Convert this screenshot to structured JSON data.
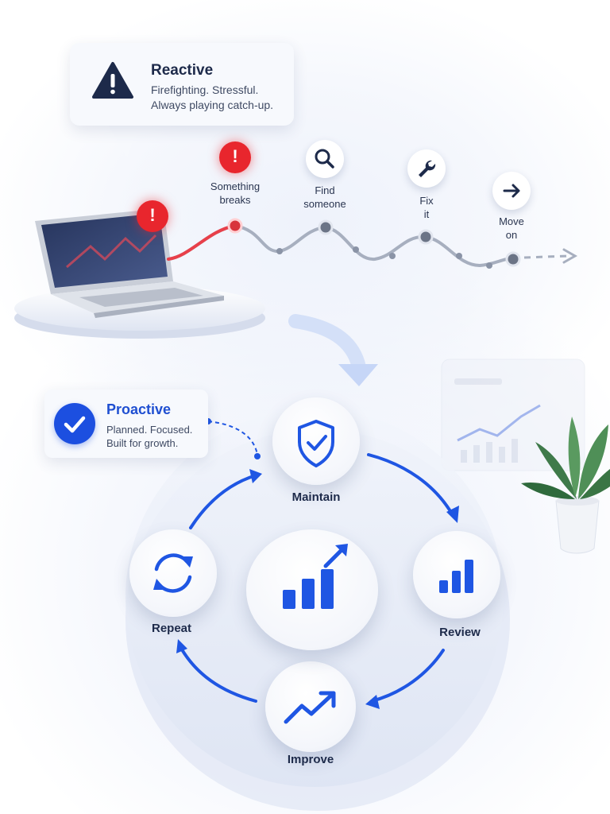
{
  "reactive": {
    "title": "Reactive",
    "description_line1": "Firefighting. Stressful.",
    "description_line2": "Always playing catch-up."
  },
  "timeline": {
    "steps": [
      {
        "line1": "Something",
        "line2": "breaks",
        "icon": "alert-icon"
      },
      {
        "line1": "Find",
        "line2": "someone",
        "icon": "search-icon"
      },
      {
        "line1": "Fix",
        "line2": "it",
        "icon": "wrench-icon"
      },
      {
        "line1": "Move",
        "line2": "on",
        "icon": "arrow-right-icon"
      }
    ]
  },
  "proactive": {
    "title": "Proactive",
    "description_line1": "Planned. Focused.",
    "description_line2": "Built for growth."
  },
  "cycle": {
    "nodes": [
      {
        "label": "Maintain",
        "icon": "shield-check-icon"
      },
      {
        "label": "Review",
        "icon": "bar-chart-icon"
      },
      {
        "label": "Improve",
        "icon": "trend-up-icon"
      },
      {
        "label": "Repeat",
        "icon": "refresh-icon"
      }
    ],
    "center_icon": "growth-chart-icon"
  },
  "colors": {
    "alert_red": "#e8262d",
    "accent_blue": "#1c4fe0",
    "dark_text": "#1d2a4a",
    "timeline_gray": "#8a93a6"
  }
}
